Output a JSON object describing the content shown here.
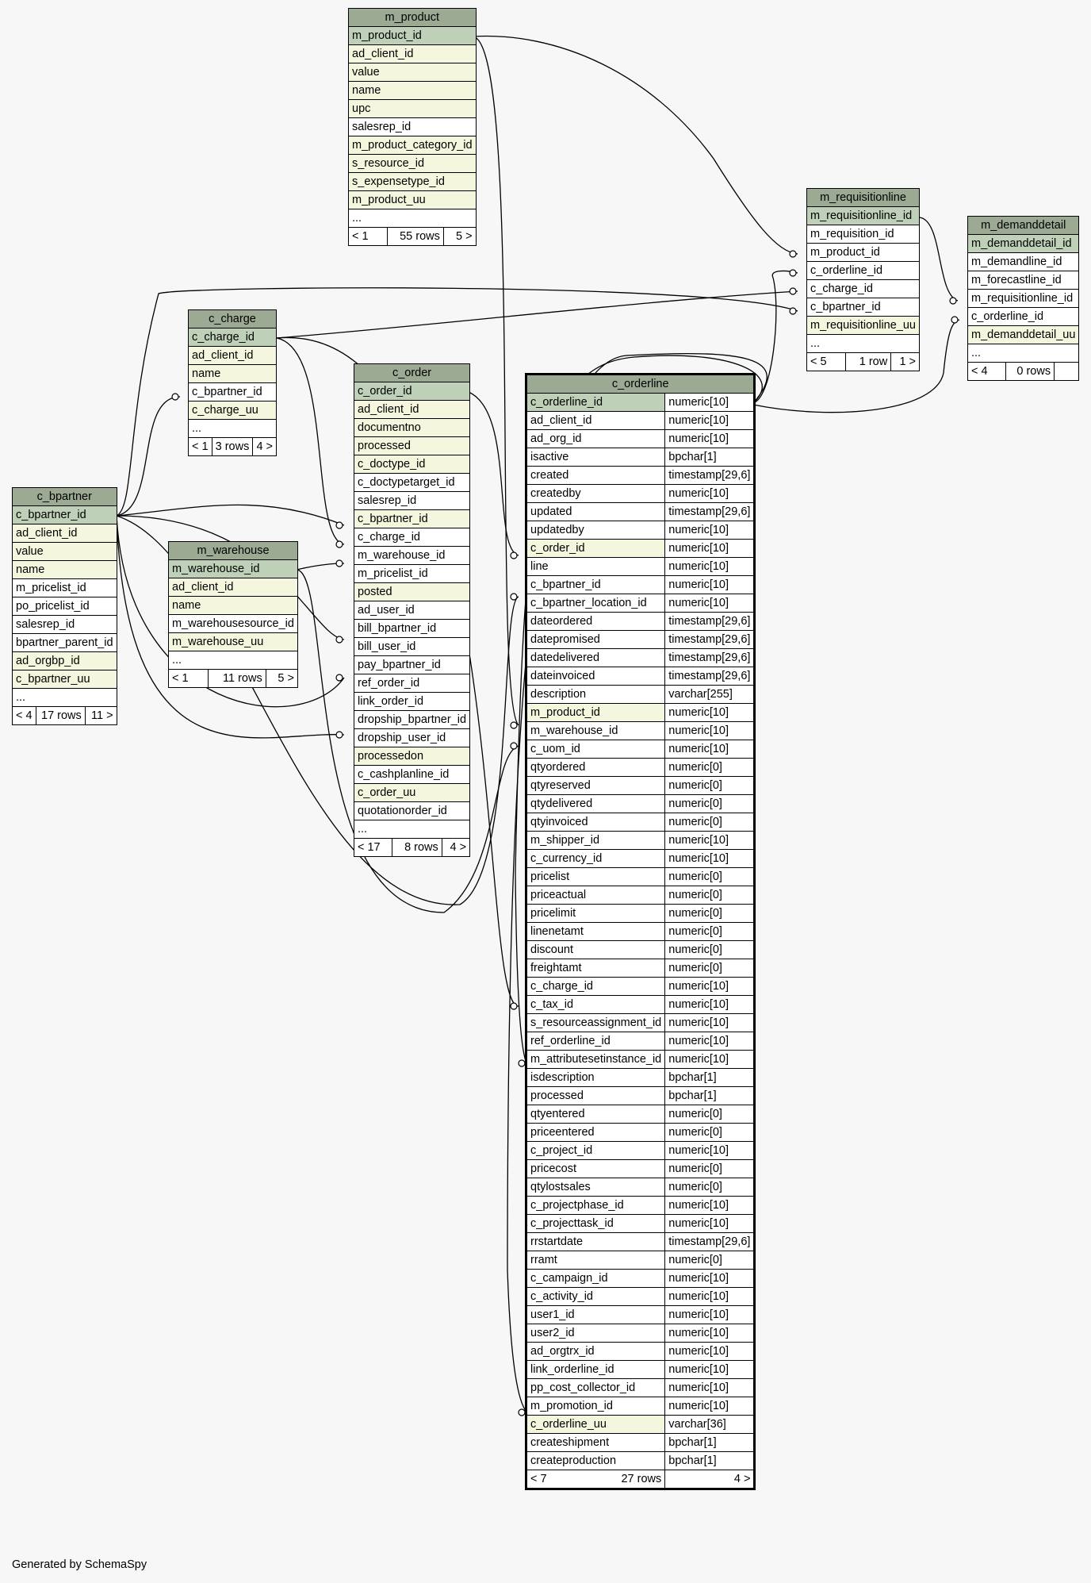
{
  "footer_text": "Generated by SchemaSpy",
  "colors": {
    "header": "#9caa94",
    "primary_key": "#bfd0b8",
    "foreign_key": "#f4f7dd",
    "background": "#f7f7f7"
  },
  "tables": {
    "m_product": {
      "name": "m_product",
      "columns": [
        {
          "name": "m_product_id",
          "kind": "pk"
        },
        {
          "name": "ad_client_id",
          "kind": "fk"
        },
        {
          "name": "value",
          "kind": "fk"
        },
        {
          "name": "name",
          "kind": "fk"
        },
        {
          "name": "upc",
          "kind": "fk"
        },
        {
          "name": "salesrep_id",
          "kind": "plain"
        },
        {
          "name": "m_product_category_id",
          "kind": "fk"
        },
        {
          "name": "s_resource_id",
          "kind": "fk"
        },
        {
          "name": "s_expensetype_id",
          "kind": "fk"
        },
        {
          "name": "m_product_uu",
          "kind": "fk"
        },
        {
          "name": "...",
          "kind": "plain"
        }
      ],
      "footer": {
        "left": "< 1",
        "center": "55 rows",
        "right": "5 >"
      }
    },
    "c_charge": {
      "name": "c_charge",
      "columns": [
        {
          "name": "c_charge_id",
          "kind": "pk"
        },
        {
          "name": "ad_client_id",
          "kind": "fk"
        },
        {
          "name": "name",
          "kind": "fk"
        },
        {
          "name": "c_bpartner_id",
          "kind": "plain"
        },
        {
          "name": "c_charge_uu",
          "kind": "fk"
        },
        {
          "name": "...",
          "kind": "plain"
        }
      ],
      "footer": {
        "left": "< 1",
        "center": "3 rows",
        "right": "4 >"
      }
    },
    "c_bpartner": {
      "name": "c_bpartner",
      "columns": [
        {
          "name": "c_bpartner_id",
          "kind": "pk"
        },
        {
          "name": "ad_client_id",
          "kind": "fk"
        },
        {
          "name": "value",
          "kind": "fk"
        },
        {
          "name": "name",
          "kind": "fk"
        },
        {
          "name": "m_pricelist_id",
          "kind": "plain"
        },
        {
          "name": "po_pricelist_id",
          "kind": "plain"
        },
        {
          "name": "salesrep_id",
          "kind": "plain"
        },
        {
          "name": "bpartner_parent_id",
          "kind": "plain"
        },
        {
          "name": "ad_orgbp_id",
          "kind": "fk"
        },
        {
          "name": "c_bpartner_uu",
          "kind": "fk"
        },
        {
          "name": "...",
          "kind": "plain"
        }
      ],
      "footer": {
        "left": "< 4",
        "center": "17 rows",
        "right": "11 >"
      }
    },
    "m_warehouse": {
      "name": "m_warehouse",
      "columns": [
        {
          "name": "m_warehouse_id",
          "kind": "pk"
        },
        {
          "name": "ad_client_id",
          "kind": "fk"
        },
        {
          "name": "name",
          "kind": "fk"
        },
        {
          "name": "m_warehousesource_id",
          "kind": "plain"
        },
        {
          "name": "m_warehouse_uu",
          "kind": "fk"
        },
        {
          "name": "...",
          "kind": "plain"
        }
      ],
      "footer": {
        "left": "< 1",
        "center": "11 rows",
        "right": "5 >"
      }
    },
    "c_order": {
      "name": "c_order",
      "columns": [
        {
          "name": "c_order_id",
          "kind": "pk"
        },
        {
          "name": "ad_client_id",
          "kind": "fk"
        },
        {
          "name": "documentno",
          "kind": "fk"
        },
        {
          "name": "processed",
          "kind": "fk"
        },
        {
          "name": "c_doctype_id",
          "kind": "fk"
        },
        {
          "name": "c_doctypetarget_id",
          "kind": "plain"
        },
        {
          "name": "salesrep_id",
          "kind": "plain"
        },
        {
          "name": "c_bpartner_id",
          "kind": "fk"
        },
        {
          "name": "c_charge_id",
          "kind": "plain"
        },
        {
          "name": "m_warehouse_id",
          "kind": "plain"
        },
        {
          "name": "m_pricelist_id",
          "kind": "plain"
        },
        {
          "name": "posted",
          "kind": "fk"
        },
        {
          "name": "ad_user_id",
          "kind": "plain"
        },
        {
          "name": "bill_bpartner_id",
          "kind": "plain"
        },
        {
          "name": "bill_user_id",
          "kind": "plain"
        },
        {
          "name": "pay_bpartner_id",
          "kind": "plain"
        },
        {
          "name": "ref_order_id",
          "kind": "plain"
        },
        {
          "name": "link_order_id",
          "kind": "plain"
        },
        {
          "name": "dropship_bpartner_id",
          "kind": "plain"
        },
        {
          "name": "dropship_user_id",
          "kind": "plain"
        },
        {
          "name": "processedon",
          "kind": "fk"
        },
        {
          "name": "c_cashplanline_id",
          "kind": "plain"
        },
        {
          "name": "c_order_uu",
          "kind": "fk"
        },
        {
          "name": "quotationorder_id",
          "kind": "plain"
        },
        {
          "name": "...",
          "kind": "plain"
        }
      ],
      "footer": {
        "left": "< 17",
        "center": "8 rows",
        "right": "4 >"
      }
    },
    "m_requisitionline": {
      "name": "m_requisitionline",
      "columns": [
        {
          "name": "m_requisitionline_id",
          "kind": "pk"
        },
        {
          "name": "m_requisition_id",
          "kind": "plain"
        },
        {
          "name": "m_product_id",
          "kind": "plain"
        },
        {
          "name": "c_orderline_id",
          "kind": "plain"
        },
        {
          "name": "c_charge_id",
          "kind": "plain"
        },
        {
          "name": "c_bpartner_id",
          "kind": "plain"
        },
        {
          "name": "m_requisitionline_uu",
          "kind": "fk"
        },
        {
          "name": "...",
          "kind": "plain"
        }
      ],
      "footer": {
        "left": "< 5",
        "center": "1 row",
        "right": "1 >"
      }
    },
    "m_demanddetail": {
      "name": "m_demanddetail",
      "columns": [
        {
          "name": "m_demanddetail_id",
          "kind": "pk"
        },
        {
          "name": "m_demandline_id",
          "kind": "plain"
        },
        {
          "name": "m_forecastline_id",
          "kind": "plain"
        },
        {
          "name": "m_requisitionline_id",
          "kind": "plain"
        },
        {
          "name": "c_orderline_id",
          "kind": "plain"
        },
        {
          "name": "m_demanddetail_uu",
          "kind": "fk"
        },
        {
          "name": "...",
          "kind": "plain"
        }
      ],
      "footer": {
        "left": "< 4",
        "center": "0 rows",
        "right": ""
      }
    },
    "c_orderline": {
      "name": "c_orderline",
      "columns": [
        {
          "name": "c_orderline_id",
          "type": "numeric[10]",
          "kind": "pk"
        },
        {
          "name": "ad_client_id",
          "type": "numeric[10]",
          "kind": "plain"
        },
        {
          "name": "ad_org_id",
          "type": "numeric[10]",
          "kind": "plain"
        },
        {
          "name": "isactive",
          "type": "bpchar[1]",
          "kind": "plain"
        },
        {
          "name": "created",
          "type": "timestamp[29,6]",
          "kind": "plain"
        },
        {
          "name": "createdby",
          "type": "numeric[10]",
          "kind": "plain"
        },
        {
          "name": "updated",
          "type": "timestamp[29,6]",
          "kind": "plain"
        },
        {
          "name": "updatedby",
          "type": "numeric[10]",
          "kind": "plain"
        },
        {
          "name": "c_order_id",
          "type": "numeric[10]",
          "kind": "fk"
        },
        {
          "name": "line",
          "type": "numeric[10]",
          "kind": "plain"
        },
        {
          "name": "c_bpartner_id",
          "type": "numeric[10]",
          "kind": "plain"
        },
        {
          "name": "c_bpartner_location_id",
          "type": "numeric[10]",
          "kind": "plain"
        },
        {
          "name": "dateordered",
          "type": "timestamp[29,6]",
          "kind": "plain"
        },
        {
          "name": "datepromised",
          "type": "timestamp[29,6]",
          "kind": "plain"
        },
        {
          "name": "datedelivered",
          "type": "timestamp[29,6]",
          "kind": "plain"
        },
        {
          "name": "dateinvoiced",
          "type": "timestamp[29,6]",
          "kind": "plain"
        },
        {
          "name": "description",
          "type": "varchar[255]",
          "kind": "plain"
        },
        {
          "name": "m_product_id",
          "type": "numeric[10]",
          "kind": "fk"
        },
        {
          "name": "m_warehouse_id",
          "type": "numeric[10]",
          "kind": "plain"
        },
        {
          "name": "c_uom_id",
          "type": "numeric[10]",
          "kind": "plain"
        },
        {
          "name": "qtyordered",
          "type": "numeric[0]",
          "kind": "plain"
        },
        {
          "name": "qtyreserved",
          "type": "numeric[0]",
          "kind": "plain"
        },
        {
          "name": "qtydelivered",
          "type": "numeric[0]",
          "kind": "plain"
        },
        {
          "name": "qtyinvoiced",
          "type": "numeric[0]",
          "kind": "plain"
        },
        {
          "name": "m_shipper_id",
          "type": "numeric[10]",
          "kind": "plain"
        },
        {
          "name": "c_currency_id",
          "type": "numeric[10]",
          "kind": "plain"
        },
        {
          "name": "pricelist",
          "type": "numeric[0]",
          "kind": "plain"
        },
        {
          "name": "priceactual",
          "type": "numeric[0]",
          "kind": "plain"
        },
        {
          "name": "pricelimit",
          "type": "numeric[0]",
          "kind": "plain"
        },
        {
          "name": "linenetamt",
          "type": "numeric[0]",
          "kind": "plain"
        },
        {
          "name": "discount",
          "type": "numeric[0]",
          "kind": "plain"
        },
        {
          "name": "freightamt",
          "type": "numeric[0]",
          "kind": "plain"
        },
        {
          "name": "c_charge_id",
          "type": "numeric[10]",
          "kind": "plain"
        },
        {
          "name": "c_tax_id",
          "type": "numeric[10]",
          "kind": "plain"
        },
        {
          "name": "s_resourceassignment_id",
          "type": "numeric[10]",
          "kind": "plain"
        },
        {
          "name": "ref_orderline_id",
          "type": "numeric[10]",
          "kind": "plain"
        },
        {
          "name": "m_attributesetinstance_id",
          "type": "numeric[10]",
          "kind": "plain"
        },
        {
          "name": "isdescription",
          "type": "bpchar[1]",
          "kind": "plain"
        },
        {
          "name": "processed",
          "type": "bpchar[1]",
          "kind": "plain"
        },
        {
          "name": "qtyentered",
          "type": "numeric[0]",
          "kind": "plain"
        },
        {
          "name": "priceentered",
          "type": "numeric[0]",
          "kind": "plain"
        },
        {
          "name": "c_project_id",
          "type": "numeric[10]",
          "kind": "plain"
        },
        {
          "name": "pricecost",
          "type": "numeric[0]",
          "kind": "plain"
        },
        {
          "name": "qtylostsales",
          "type": "numeric[0]",
          "kind": "plain"
        },
        {
          "name": "c_projectphase_id",
          "type": "numeric[10]",
          "kind": "plain"
        },
        {
          "name": "c_projecttask_id",
          "type": "numeric[10]",
          "kind": "plain"
        },
        {
          "name": "rrstartdate",
          "type": "timestamp[29,6]",
          "kind": "plain"
        },
        {
          "name": "rramt",
          "type": "numeric[0]",
          "kind": "plain"
        },
        {
          "name": "c_campaign_id",
          "type": "numeric[10]",
          "kind": "plain"
        },
        {
          "name": "c_activity_id",
          "type": "numeric[10]",
          "kind": "plain"
        },
        {
          "name": "user1_id",
          "type": "numeric[10]",
          "kind": "plain"
        },
        {
          "name": "user2_id",
          "type": "numeric[10]",
          "kind": "plain"
        },
        {
          "name": "ad_orgtrx_id",
          "type": "numeric[10]",
          "kind": "plain"
        },
        {
          "name": "link_orderline_id",
          "type": "numeric[10]",
          "kind": "plain"
        },
        {
          "name": "pp_cost_collector_id",
          "type": "numeric[10]",
          "kind": "plain"
        },
        {
          "name": "m_promotion_id",
          "type": "numeric[10]",
          "kind": "plain"
        },
        {
          "name": "c_orderline_uu",
          "type": "varchar[36]",
          "kind": "fk"
        },
        {
          "name": "createshipment",
          "type": "bpchar[1]",
          "kind": "plain"
        },
        {
          "name": "createproduction",
          "type": "bpchar[1]",
          "kind": "plain"
        }
      ],
      "footer": {
        "left": "< 7",
        "center": "27 rows",
        "right": "4 >"
      }
    }
  }
}
